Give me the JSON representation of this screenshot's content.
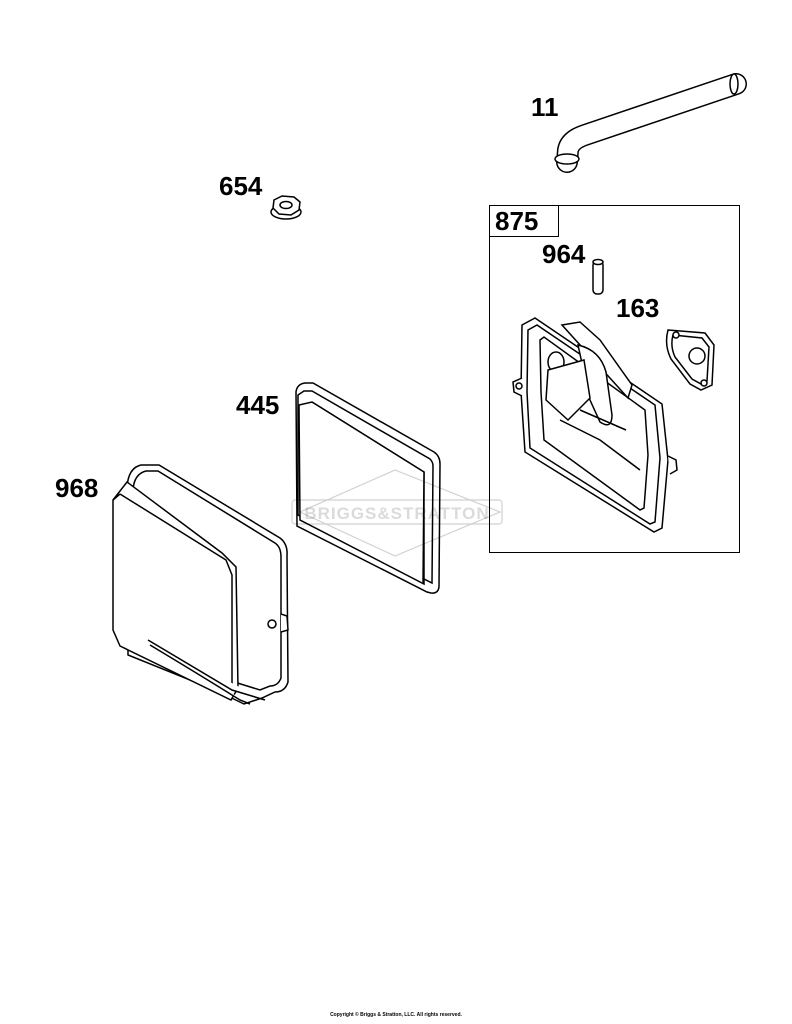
{
  "parts": {
    "breather_tube": "11",
    "nut": "654",
    "kit": "875",
    "pin": "964",
    "gasket": "163",
    "filter": "445",
    "cover": "968"
  },
  "watermark": "BRIGGS&STRATTON",
  "copyright": "Copyright © Briggs & Stratton, LLC. All rights reserved."
}
